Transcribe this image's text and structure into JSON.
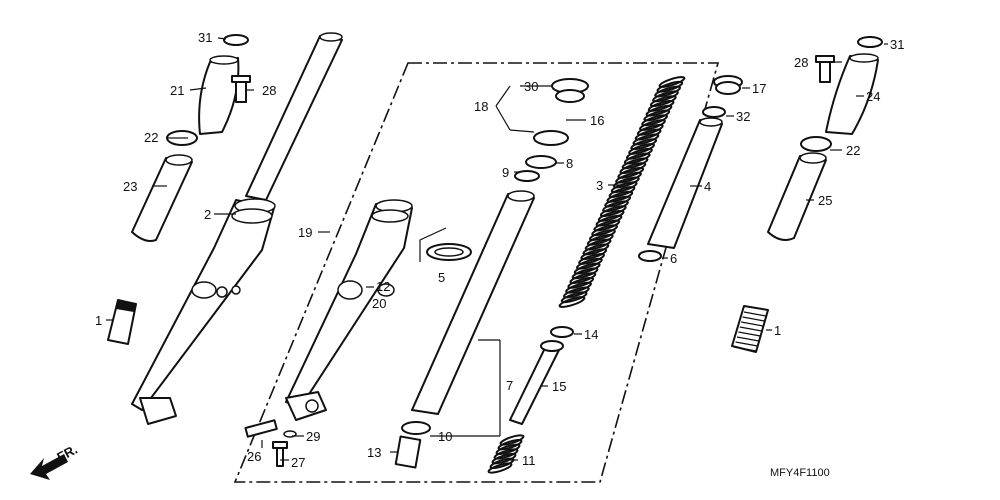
{
  "diagram": {
    "code": "MFY4F1100",
    "direction_label": "FR.",
    "callouts": {
      "c1_left": "1",
      "c1_right": "1",
      "c2": "2",
      "c3": "3",
      "c4": "4",
      "c5": "5",
      "c6": "6",
      "c7": "7",
      "c8": "8",
      "c9": "9",
      "c10": "10",
      "c11": "11",
      "c12": "12",
      "c13": "13",
      "c14": "14",
      "c15": "15",
      "c16": "16",
      "c17": "17",
      "c18": "18",
      "c19": "19",
      "c20": "20",
      "c21": "21",
      "c22_left": "22",
      "c22_right": "22",
      "c23": "23",
      "c24": "24",
      "c25": "25",
      "c26": "26",
      "c27": "27",
      "c28_left": "28",
      "c28_right": "28",
      "c29": "29",
      "c30": "30",
      "c31_left": "31",
      "c31_right": "31",
      "c32": "32"
    }
  }
}
